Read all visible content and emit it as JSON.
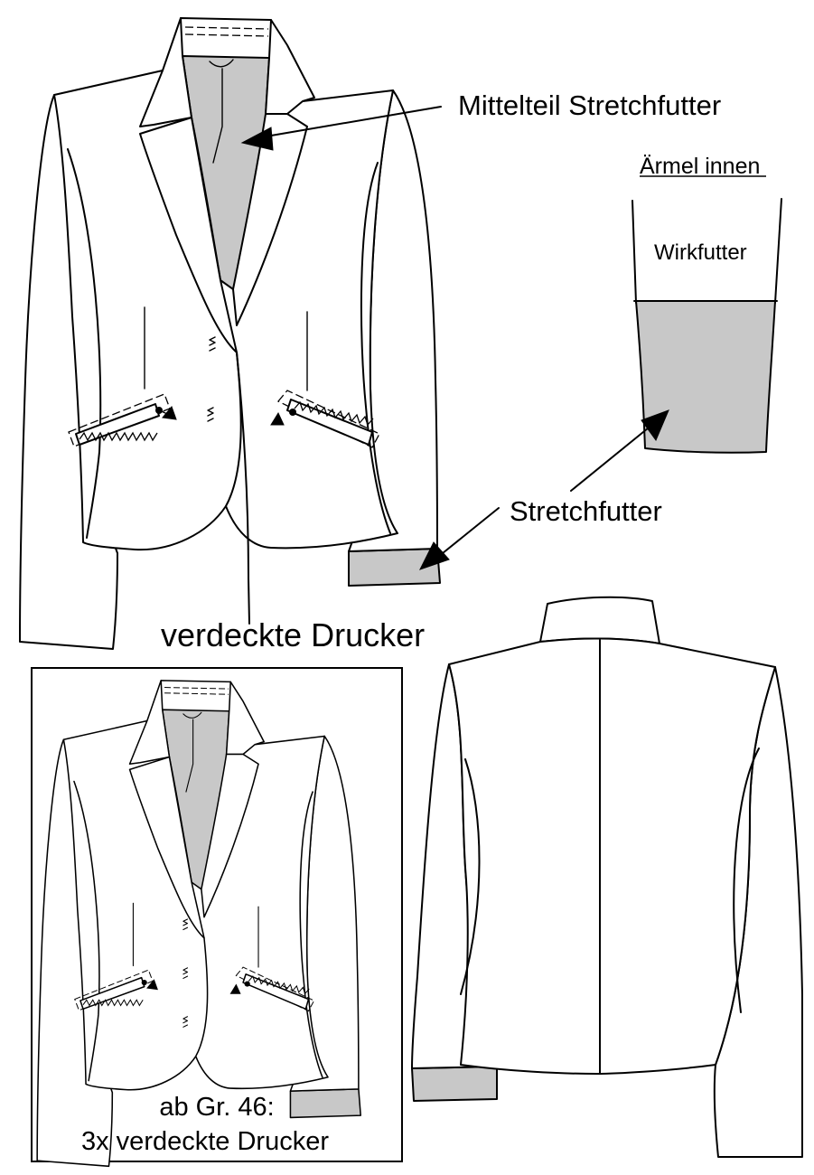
{
  "labels": {
    "center_lining": "Mittelteil Stretchfutter",
    "sleeve_inside_title": "Ärmel innen",
    "knit_lining": "Wirkfutter",
    "stretch_lining": "Stretchfutter",
    "hidden_snaps": "verdeckte Drucker",
    "size_note_line1": "ab Gr. 46:",
    "size_note_line2": "3x verdeckte Drucker"
  },
  "colors": {
    "line": "#000000",
    "lining_fill": "#c8c8c8",
    "background": "#ffffff"
  }
}
